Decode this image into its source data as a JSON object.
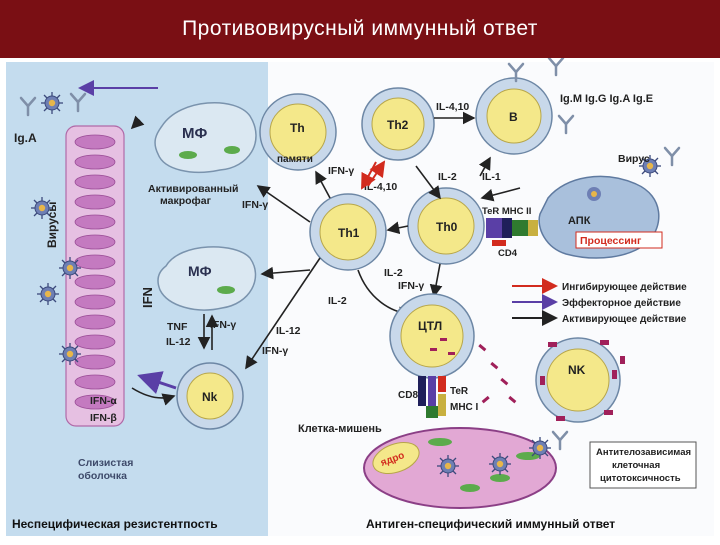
{
  "header": {
    "title": "Противовирусный иммунный ответ"
  },
  "colors": {
    "title_bar": "#7a0f14",
    "left_panel": "#c4dcee",
    "cell_yellow": "#f4e88a",
    "cell_ring": "#c8d8ea",
    "target_cell": "#e2a8d4",
    "inhibit_arrow": "#d22b1e",
    "effector_arrow": "#5a3fa6",
    "activate_arrow": "#222222"
  },
  "left_panel": {
    "iga": "Ig.A",
    "viruses": "Вирусы",
    "ifn_vertical": "IFN",
    "macrophage1": {
      "label": "МФ",
      "caption_line1": "Активированный",
      "caption_line2": "макрофаг"
    },
    "macrophage2": {
      "label": "МФ"
    },
    "tnf": "TNF",
    "il12": "IL-12",
    "ifn_gamma": "IFN-γ",
    "ifn_alpha": "IFN-α",
    "ifn_beta": "IFN-β",
    "nk": "Nk",
    "mucosa_line1": "Слизистая",
    "mucosa_line2": "оболочка",
    "footer": "Неспецифическая резистентпость"
  },
  "right_panel": {
    "th_memory_line1": "Th",
    "th_memory_line2": "памяти",
    "th2": "Th2",
    "b_cell": "B",
    "th1": "Th1",
    "th0": "Th0",
    "ctl": "ЦТЛ",
    "nk": "NK",
    "apc": "АПК",
    "processing": "Процессинг",
    "immunoglobulins": "Ig.M Ig.G Ig.A Ig.E",
    "virus": "Вирус",
    "il_4_10_top": "IL-4,10",
    "ifn_gamma_th": "IFN-γ",
    "ifn_gamma_mf": "IFN-γ",
    "il_2_th": "IL-2",
    "il_1": "IL-1",
    "il_4_10_mid": "IL-4,10",
    "ter_mhc": "TeR МНС II",
    "cd4": "CD4",
    "il_2_ctl": "IL-2",
    "ifn_gamma_ctl": "IFN-γ",
    "il_2_low": "IL-2",
    "il_12": "IL-12",
    "ifn_gamma_nk": "IFN-γ",
    "cd8": "CD8",
    "ter": "TeR",
    "mhc1": "МНС I",
    "target_label": "Клетка-мишень",
    "nucleus": "ядро",
    "adcc_line1": "Антителозависимая",
    "adcc_line2": "клеточная",
    "adcc_line3": "цитотоксичность",
    "footer": "Антиген-специфический иммунный ответ"
  },
  "legend": [
    {
      "label": "Ингибирующее действие",
      "color": "#d22b1e"
    },
    {
      "label": "Эффекторное действие",
      "color": "#5a3fa6"
    },
    {
      "label": "Активирующее действие",
      "color": "#222222"
    }
  ]
}
